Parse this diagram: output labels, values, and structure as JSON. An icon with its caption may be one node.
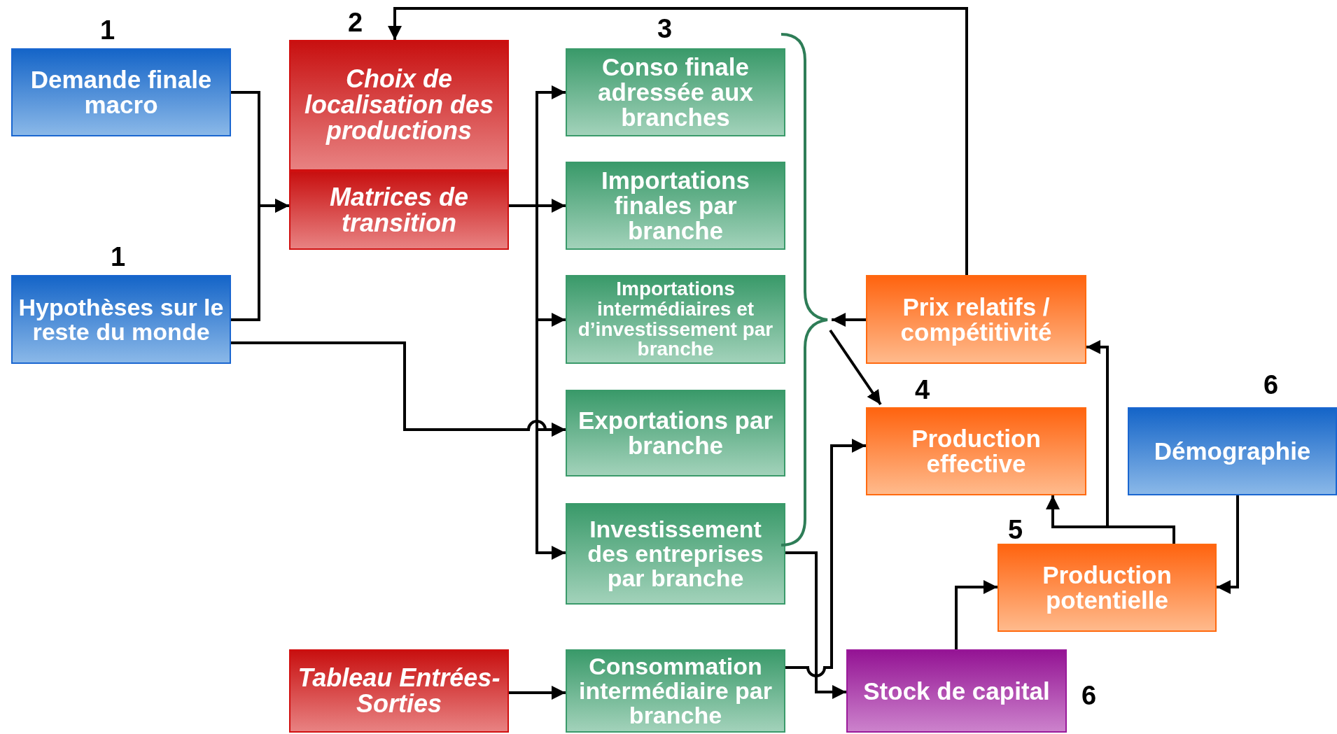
{
  "diagram": {
    "nodes": [
      {
        "text": [
          "Demande finale macro"
        ],
        "beside": [
          "1"
        ]
      },
      {
        "text": [
          "Hypothèses sur le reste du monde"
        ],
        "beside": [
          "1"
        ]
      },
      {
        "text": [
          "Choix de localisation des productions"
        ],
        "beside": [
          "2"
        ]
      },
      {
        "text": [
          "Matrices de transition"
        ]
      },
      {
        "text": [
          "Conso finale adressée aux branches"
        ]
      },
      {
        "text": [
          "Importations finales par branche"
        ]
      },
      {
        "text": [
          "Importations intermédiaires et d’investissement par branche"
        ]
      },
      {
        "text": [
          "Exportations par branche"
        ]
      },
      {
        "text": [
          "Investissement des entreprises par branche"
        ]
      },
      {
        "text": [
          "Tableau Entrées-Sorties"
        ]
      },
      {
        "text": [
          "Consommation intermédiaire par branche"
        ]
      },
      {
        "text": [
          "Prix relatifs / compétitivité"
        ]
      },
      {
        "text": [
          "Production effective"
        ],
        "beside": [
          "4"
        ]
      },
      {
        "text": [
          "Démographie"
        ],
        "beside": [
          "6"
        ]
      },
      {
        "text": [
          "Production potentielle"
        ],
        "beside": [
          "5"
        ]
      },
      {
        "text": [
          "Stock de capital"
        ],
        "beside": [
          "6"
        ]
      },
      {
        "text": [],
        "shape": "brace"
      }
    ],
    "labels": [
      "3"
    ],
    "edges": [
      {
        "from": 0,
        "to": 3,
        "arrow": "to"
      },
      {
        "from": 1,
        "to": 3,
        "arrow": "to"
      },
      {
        "from": 3,
        "to": 4,
        "arrow": "to"
      },
      {
        "from": 3,
        "to": 5,
        "arrow": "to"
      },
      {
        "from": 3,
        "to": 6,
        "arrow": "to"
      },
      {
        "from": 3,
        "to": 7,
        "arrow": "to"
      },
      {
        "from": 3,
        "to": 8,
        "arrow": "to"
      },
      {
        "from": 1,
        "to": 7,
        "arrow": "to"
      },
      {
        "from": 11,
        "to": 2,
        "arrow": "to"
      },
      {
        "from": 11,
        "to": 16,
        "arrow": "to"
      },
      {
        "from": 16,
        "to": 12,
        "arrow": "to"
      },
      {
        "from": 8,
        "to": 15,
        "arrow": "to"
      },
      {
        "from": 10,
        "to": 12,
        "arrow": "to"
      },
      {
        "from": 9,
        "to": 10,
        "arrow": "to"
      },
      {
        "from": 15,
        "to": 14,
        "arrow": "to"
      },
      {
        "from": 13,
        "to": 14,
        "arrow": "to"
      },
      {
        "from": 14,
        "to": 12,
        "arrow": "to"
      },
      {
        "from": 14,
        "to": 11,
        "arrow": "to"
      }
    ]
  }
}
